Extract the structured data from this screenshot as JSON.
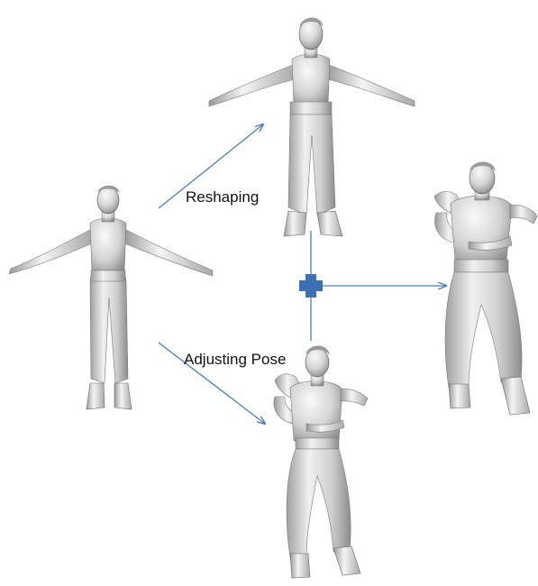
{
  "labels": {
    "reshaping": "Reshaping",
    "adjusting_pose": "Adjusting Pose"
  },
  "figures": [
    {
      "id": "source",
      "pose": "t-pose",
      "build": "original"
    },
    {
      "id": "reshaped",
      "pose": "t-pose",
      "build": "reshaped"
    },
    {
      "id": "posed",
      "pose": "fighting-stance",
      "build": "original"
    },
    {
      "id": "combined",
      "pose": "fighting-stance",
      "build": "reshaped"
    }
  ],
  "operator_icon": "plus-icon",
  "colors": {
    "arrow": "#4a7ebb",
    "plus": "#3c6fb4",
    "figure_light": "#f2f2f2",
    "figure_mid": "#c4c4c4",
    "figure_dark": "#6c6c6c",
    "label_text": "#111111"
  }
}
